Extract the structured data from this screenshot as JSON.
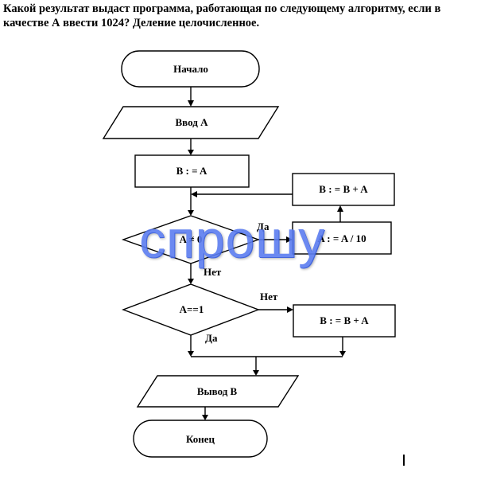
{
  "question": "Какой результат выдаст программа, работающая по следующему алгоритму, если в качестве А ввести 1024? Деление целочисленное.",
  "flowchart": {
    "start": "Начало",
    "input": "Ввод А",
    "assign_b": "B : = A",
    "update_b_top": "B : = B + A",
    "divide": "A : = A / 10",
    "condition_loop": "A ≠ 0",
    "label_yes_loop": "Да",
    "label_no_loop": "Нет",
    "condition_check": "А==1",
    "label_no_check": "Нет",
    "label_yes_check": "Да",
    "update_b_right": "B : = B + A",
    "output": "Вывод В",
    "end": "Конец"
  },
  "watermark": "спрошу"
}
